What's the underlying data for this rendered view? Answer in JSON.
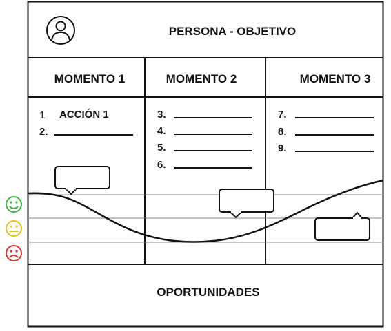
{
  "header": {
    "title": "PERSONA - OBJETIVO",
    "avatar_icon": "user-circle-icon"
  },
  "moments": [
    {
      "title": "MOMENTO 1",
      "actions": [
        {
          "num": "1",
          "text": "ACCIÓN 1"
        },
        {
          "num": "2.",
          "text": ""
        }
      ]
    },
    {
      "title": "MOMENTO 2",
      "actions": [
        {
          "num": "3.",
          "text": ""
        },
        {
          "num": "4.",
          "text": ""
        },
        {
          "num": "5.",
          "text": ""
        },
        {
          "num": "6.",
          "text": ""
        }
      ]
    },
    {
      "title": "MOMENTO 3",
      "actions": [
        {
          "num": "7.",
          "text": ""
        },
        {
          "num": "8.",
          "text": ""
        },
        {
          "num": "9.",
          "text": ""
        }
      ]
    }
  ],
  "emotions": [
    {
      "name": "happy-face-icon",
      "color": "#3cb83c"
    },
    {
      "name": "neutral-face-icon",
      "color": "#e8c21c"
    },
    {
      "name": "sad-face-icon",
      "color": "#e0302a"
    }
  ],
  "footer": {
    "title": "OPORTUNIDADES"
  }
}
